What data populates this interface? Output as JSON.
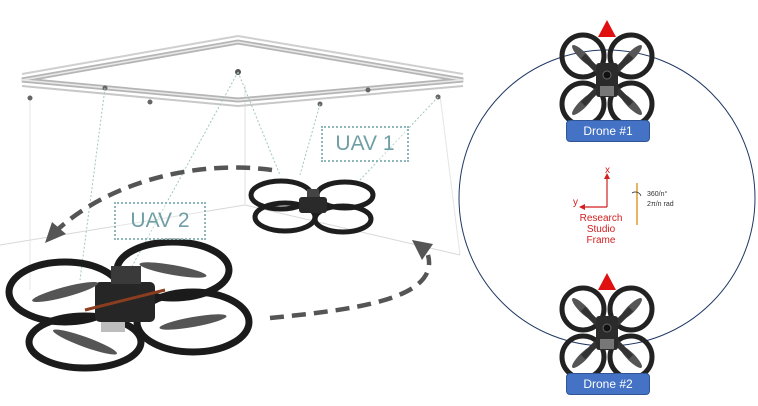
{
  "left_scene": {
    "uav1_label": "UAV 1",
    "uav2_label": "UAV 2"
  },
  "right_diagram": {
    "drone1_label": "Drone #1",
    "drone2_label": "Drone #2",
    "frame": {
      "x_axis": "x",
      "y_axis": "y",
      "line1": "Research",
      "line2": "Studio",
      "line3": "Frame"
    },
    "angle_degrees": "360/n°",
    "angle_radians": "2π/n rad"
  },
  "colors": {
    "tag_blue": "#4472c4",
    "frame_red": "#d21f1f",
    "marker_red": "#e01010",
    "path_gray": "#555555",
    "label_teal": "#6f9ea5"
  }
}
